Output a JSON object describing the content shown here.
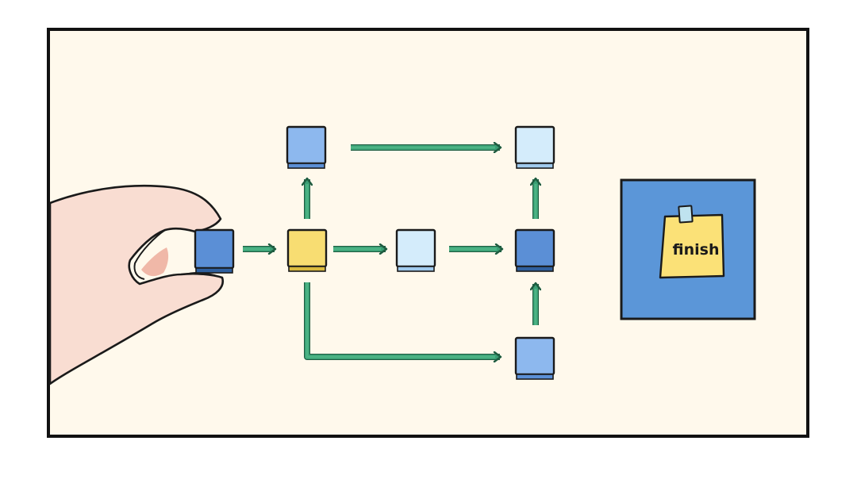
{
  "diagram": {
    "background_color": "#fff9ec",
    "frame_color": "#111111",
    "arrow_color": "#3a9e74",
    "colors": {
      "dark_blue": "#5b8fd6",
      "medium_blue": "#8db8ee",
      "light_blue": "#d4ecfb",
      "yellow": "#f8dd72",
      "skin": "#f9ddd2",
      "note": "#fbe177",
      "finish_panel": "#5b96d8"
    },
    "nodes": [
      {
        "id": "held-block",
        "color": "dark_blue",
        "held_by_hand": true
      },
      {
        "id": "yellow-block",
        "color": "yellow"
      },
      {
        "id": "top-left-block",
        "color": "medium_blue"
      },
      {
        "id": "middle-block",
        "color": "light_blue"
      },
      {
        "id": "top-right-block",
        "color": "light_blue"
      },
      {
        "id": "right-middle-block",
        "color": "dark_blue"
      },
      {
        "id": "bottom-right-block",
        "color": "medium_blue"
      }
    ],
    "edges": [
      {
        "from": "held-block",
        "to": "yellow-block"
      },
      {
        "from": "yellow-block",
        "to": "top-left-block"
      },
      {
        "from": "yellow-block",
        "to": "middle-block"
      },
      {
        "from": "yellow-block",
        "to": "bottom-right-block"
      },
      {
        "from": "top-left-block",
        "to": "top-right-block"
      },
      {
        "from": "middle-block",
        "to": "right-middle-block"
      },
      {
        "from": "right-middle-block",
        "to": "top-right-block"
      },
      {
        "from": "bottom-right-block",
        "to": "right-middle-block"
      }
    ],
    "finish": {
      "note_text": "finish",
      "icon": "sticky-note-icon"
    }
  }
}
